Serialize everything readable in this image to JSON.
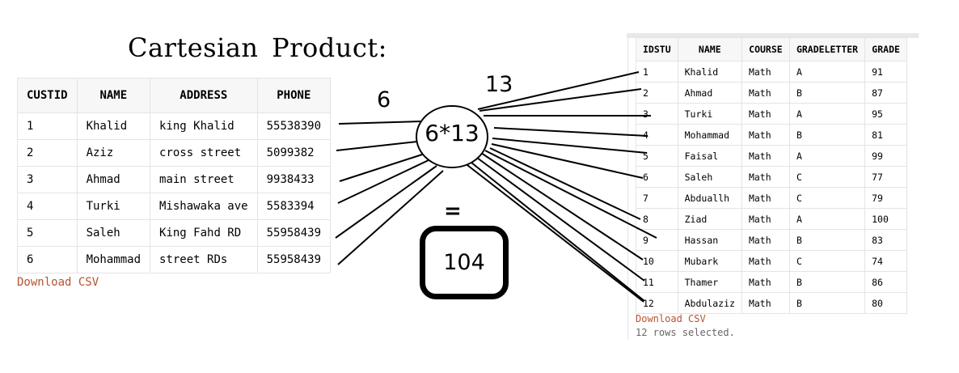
{
  "title": "Cartesian Product:",
  "customers": {
    "columns": [
      "CUSTID",
      "NAME",
      "ADDRESS",
      "PHONE"
    ],
    "rows": [
      [
        "1",
        "Khalid",
        "king Khalid",
        "55538390"
      ],
      [
        "2",
        "Aziz",
        "cross street",
        "5099382"
      ],
      [
        "3",
        "Ahmad",
        "main street",
        "9938433"
      ],
      [
        "4",
        "Turki",
        "Mishawaka ave",
        "5583394"
      ],
      [
        "5",
        "Saleh",
        "King Fahd RD",
        "55958439"
      ],
      [
        "6",
        "Mohammad",
        "street RDs",
        "55958439"
      ]
    ],
    "download_label": "Download CSV"
  },
  "students": {
    "columns": [
      "IDSTU",
      "NAME",
      "COURSE",
      "GRADELETTER",
      "GRADE"
    ],
    "rows": [
      [
        "1",
        "Khalid",
        "Math",
        "A",
        "91"
      ],
      [
        "2",
        "Ahmad",
        "Math",
        "B",
        "87"
      ],
      [
        "3",
        "Turki",
        "Math",
        "A",
        "95"
      ],
      [
        "4",
        "Mohammad",
        "Math",
        "B",
        "81"
      ],
      [
        "5",
        "Faisal",
        "Math",
        "A",
        "99"
      ],
      [
        "6",
        "Saleh",
        "Math",
        "C",
        "77"
      ],
      [
        "7",
        "Abduallh",
        "Math",
        "C",
        "79"
      ],
      [
        "8",
        "Ziad",
        "Math",
        "A",
        "100"
      ],
      [
        "9",
        "Hassan",
        "Math",
        "B",
        "83"
      ],
      [
        "10",
        "Mubark",
        "Math",
        "C",
        "74"
      ],
      [
        "11",
        "Thamer",
        "Math",
        "B",
        "86"
      ],
      [
        "12",
        "Abdulaziz",
        "Math",
        "B",
        "80"
      ]
    ],
    "download_label": "Download CSV",
    "rows_selected": "12 rows selected."
  },
  "diagram": {
    "left_count": "6",
    "right_count": "13",
    "formula": "6*13",
    "equals": "=",
    "result": "104"
  }
}
